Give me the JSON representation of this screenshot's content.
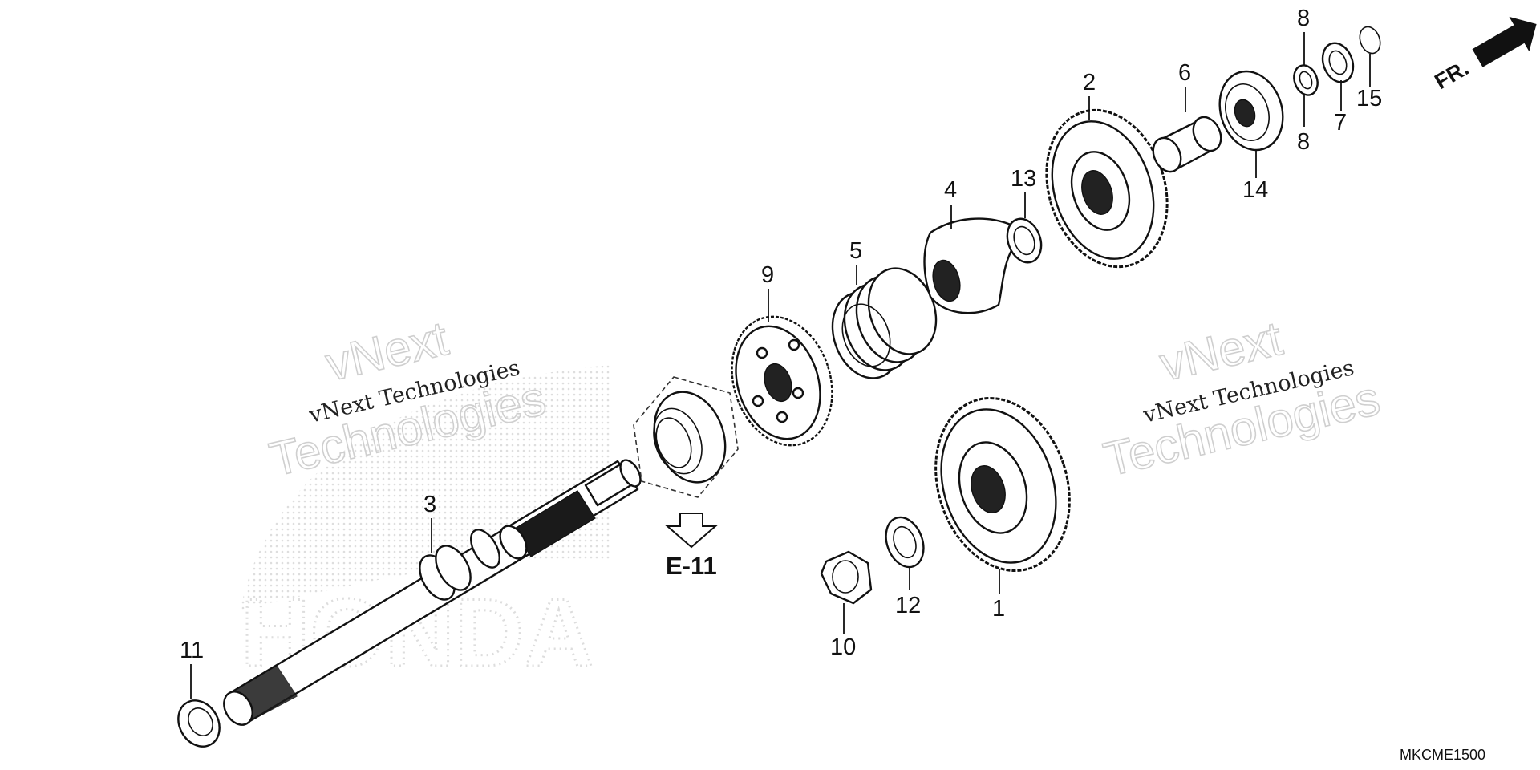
{
  "diagram": {
    "callouts": [
      {
        "id": "c1",
        "label": "1"
      },
      {
        "id": "c2",
        "label": "2"
      },
      {
        "id": "c3",
        "label": "3"
      },
      {
        "id": "c4",
        "label": "4"
      },
      {
        "id": "c5",
        "label": "5"
      },
      {
        "id": "c6",
        "label": "6"
      },
      {
        "id": "c7",
        "label": "7"
      },
      {
        "id": "c8a",
        "label": "8"
      },
      {
        "id": "c8b",
        "label": "8"
      },
      {
        "id": "c9",
        "label": "9"
      },
      {
        "id": "c10",
        "label": "10"
      },
      {
        "id": "c11",
        "label": "11"
      },
      {
        "id": "c12",
        "label": "12"
      },
      {
        "id": "c13",
        "label": "13"
      },
      {
        "id": "c14",
        "label": "14"
      },
      {
        "id": "c15",
        "label": "15"
      }
    ],
    "reference_label": "E-11",
    "direction_label": "FR.",
    "diagram_code": "MKCME1500"
  },
  "watermarks": {
    "left_small": "vNext Technologies",
    "left_big_line1": "vNext",
    "left_big_line2": "Technologies",
    "right_small": "vNext Technologies",
    "right_big_line1": "vNext",
    "right_big_line2": "Technologies",
    "brand": "HONDA"
  }
}
